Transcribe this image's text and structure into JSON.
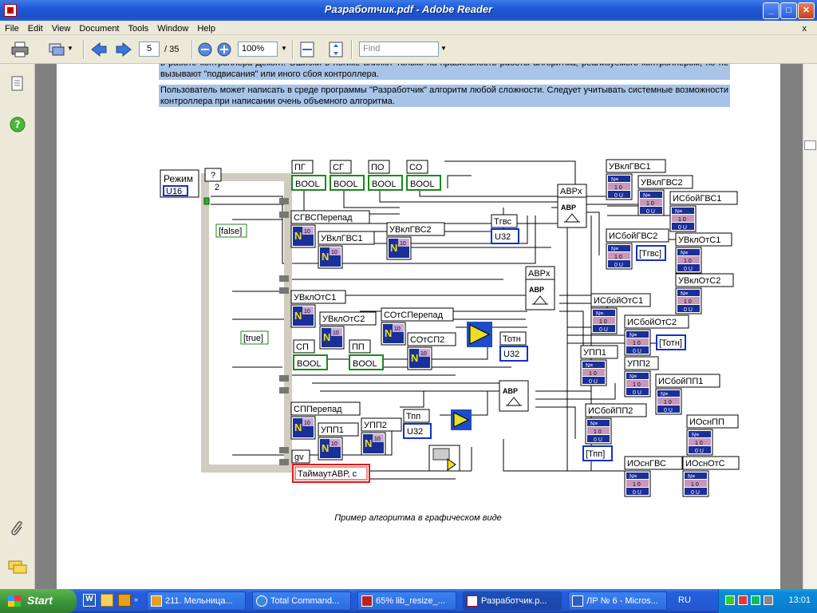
{
  "window": {
    "title": "Разработчик.pdf - Adobe Reader",
    "close_doc": "x"
  },
  "menu": [
    "File",
    "Edit",
    "View",
    "Document",
    "Tools",
    "Window",
    "Help"
  ],
  "toolbar": {
    "page_current": "5",
    "page_total": "/ 35",
    "zoom": "100%",
    "find_placeholder": "Find"
  },
  "document": {
    "para1": "в работе контроллера Деконт. Ошибки в логике влияют только на правильность работы алгоритма, реализуемого контроллером, но не вызывают \"подвисания\" или иного сбоя контроллера.",
    "para2": "Пользователь может написать в среде программы \"Разработчик\" алгоритм любой сложности. Следует учитывать системные возможности контроллера при написании очень объемного алгоритма.",
    "caption": "Пример алгоритма в графическом виде"
  },
  "diagram": {
    "mode_label": "Режим",
    "mode_type": "U16",
    "case_q": "?",
    "case_num": "2",
    "false_label": "[false]",
    "true_label": "[true]",
    "inputs": [
      {
        "name": "ПГ",
        "type": "BOOL"
      },
      {
        "name": "СГ",
        "type": "BOOL"
      },
      {
        "name": "ПО",
        "type": "BOOL"
      },
      {
        "name": "СО",
        "type": "BOOL"
      },
      {
        "name": "СП",
        "type": "BOOL"
      },
      {
        "name": "ПП",
        "type": "BOOL"
      }
    ],
    "left_labels": [
      "СГВСПерепад",
      "УВклГВС1",
      "УВклГВС2",
      "УВклОтС1",
      "УВклОтС2",
      "СОтСПерепад",
      "СОтСП2",
      "СППерепад",
      "УПП1",
      "УПП2"
    ],
    "u32": [
      {
        "name": "Тгвс",
        "type": "U32"
      },
      {
        "name": "Тотн",
        "type": "U32"
      },
      {
        "name": "Тпп",
        "type": "U32"
      }
    ],
    "avr_x": [
      "АВРх",
      "АВРх"
    ],
    "avr": "АВР",
    "outputs": [
      "УВклГВС1",
      "УВклГВС2",
      "ИСбойГВС1",
      "ИСбойГВС2",
      "УВклОтС1",
      "УВклОтС2",
      "ИСбойОтС1",
      "ИСбойОтС2",
      "УПП1",
      "УПП2",
      "ИСбойПП1",
      "ИСбойПП2",
      "ИОснПП",
      "ИОснГВС",
      "ИОснОтС"
    ],
    "out_refs": [
      "[Тгвс]",
      "[Тотн]",
      "[Тпп]"
    ],
    "nz": "N≡",
    "bits": "1 0",
    "u_bits": "0 U",
    "gv": "gv",
    "timeout": "ТаймаутАВР, с"
  },
  "taskbar": {
    "start": "Start",
    "tasks": [
      "211. Мельница...",
      "Total Command...",
      "65% lib_resize_...",
      "Разработчик.р...",
      "ЛР № 6 - Micros..."
    ],
    "lang": "RU",
    "clock": "13:01"
  }
}
